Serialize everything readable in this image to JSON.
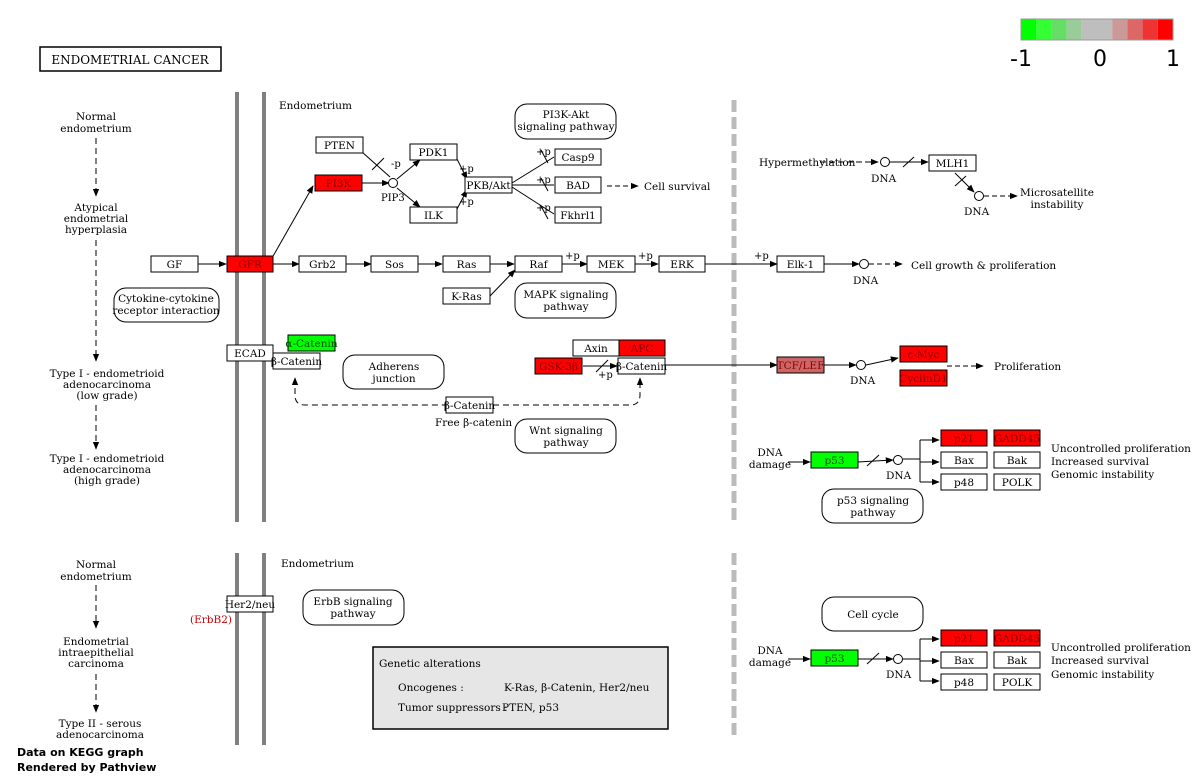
{
  "title": "ENDOMETRIAL CANCER",
  "legend": {
    "colors": [
      "#00ff00",
      "#33ff33",
      "#66dd66",
      "#99cc99",
      "#bebebe",
      "#bebebe",
      "#cc9999",
      "#dd6666",
      "#ee3333",
      "#ff0000"
    ],
    "labels": [
      "-1",
      "0",
      "1"
    ]
  },
  "colors": {
    "up": "#ff0000",
    "down": "#00ff00",
    "mid": "#cc6666",
    "wall": "#808080",
    "panel": "#e6e6e6"
  },
  "progression_top": [
    "Normal endometrium",
    "Atypical endometrial hyperplasia",
    "Type I - endometrioid adenocarcinoma (low grade)",
    "Type I - endometrioid adenocarcinoma (high grade)"
  ],
  "progression_bottom": [
    "Normal endometrium",
    "Endometrial intraepithelial carcinoma",
    "Type II - serous adenocarcinoma"
  ],
  "labels": {
    "endometrium_top": "Endometrium",
    "endometrium_bottom": "Endometrium",
    "pip3": "PIP3",
    "cell_survival": "Cell survival",
    "cell_growth": "Cell growth & proliferation",
    "proliferation": "Proliferation",
    "hypermethylation": "Hypermethylation",
    "microsatellite": "Microsatellite instability",
    "dna": "DNA",
    "dna_damage": "DNA damage",
    "free_bcat": "Free β-catenin",
    "erbb2": "(ErbB2)",
    "outcomes": [
      "Uncontrolled proliferation",
      "Increased survival",
      "Genomic instability"
    ],
    "plus_p": "+p",
    "minus_p": "-p"
  },
  "pathways": {
    "pi3k_akt": "PI3K-Akt signaling pathway",
    "cytokine": "Cytokine-cytokine receptor interaction",
    "mapk": "MAPK signaling pathway",
    "adherens": "Adherens junction",
    "wnt": "Wnt signaling pathway",
    "p53": "p53 signaling pathway",
    "erbb": "ErbB signaling pathway",
    "cell_cycle": "Cell cycle"
  },
  "genes": {
    "PTEN": "PTEN",
    "PDK1": "PDK1",
    "PI3K": "PI3K",
    "ILK": "ILK",
    "PKB": "PKB/Akt",
    "Casp9": "Casp9",
    "BAD": "BAD",
    "Fkhrl1": "Fkhrl1",
    "GF": "GF",
    "GFR": "GFR",
    "Grb2": "Grb2",
    "Sos": "Sos",
    "Ras": "Ras",
    "KRas": "K-Ras",
    "Raf": "Raf",
    "MEK": "MEK",
    "ERK": "ERK",
    "Elk1": "Elk-1",
    "MLH1": "MLH1",
    "ECAD": "ECAD",
    "aCat": "α-Catenin",
    "bCat": "β-Catenin",
    "bCatFree": "β-Catenin",
    "Axin": "Axin",
    "APC": "APC",
    "GSK3b": "GSK-3β",
    "bCatWnt": "β-Catenin",
    "TCFLEF": "TCF/LEF",
    "cMyc": "c-Myc",
    "CyclinD1": "CyclinD1",
    "p53": "p53",
    "p21": "p21",
    "GADD45": "GADD45",
    "Bax": "Bax",
    "Bak": "Bak",
    "p48": "p48",
    "POLK": "POLK",
    "Her2": "Her2/neu"
  },
  "genetic_alterations": {
    "heading": "Genetic alterations",
    "oncogenes_label": "Oncogenes :",
    "oncogenes": "K-Ras, β-Catenin, Her2/neu",
    "suppressors_label": "Tumor suppressors :",
    "suppressors": "PTEN, p53"
  },
  "credits": [
    "Data on KEGG graph",
    "Rendered by Pathview"
  ]
}
